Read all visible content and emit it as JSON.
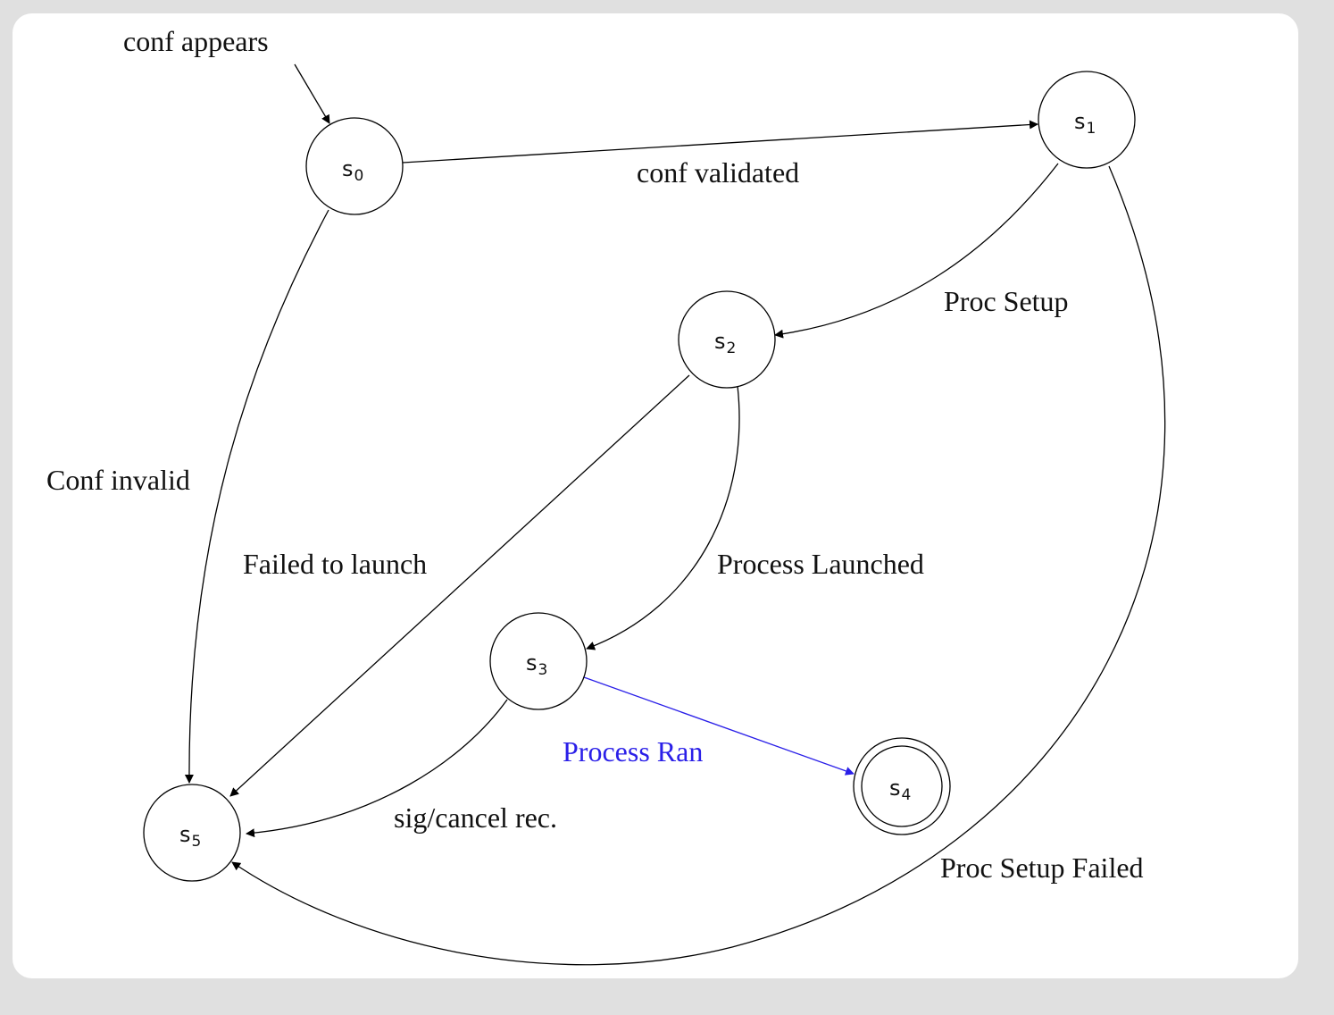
{
  "states": [
    {
      "id": "s0",
      "name": "s",
      "sub": "0"
    },
    {
      "id": "s1",
      "name": "s",
      "sub": "1"
    },
    {
      "id": "s2",
      "name": "s",
      "sub": "2"
    },
    {
      "id": "s3",
      "name": "s",
      "sub": "3"
    },
    {
      "id": "s4",
      "name": "s",
      "sub": "4",
      "accepting": true
    },
    {
      "id": "s5",
      "name": "s",
      "sub": "5"
    }
  ],
  "transitions": [
    {
      "id": "start",
      "from": null,
      "to": "s0",
      "label": "conf appears"
    },
    {
      "id": "s0-s1",
      "from": "s0",
      "to": "s1",
      "label": "conf validated"
    },
    {
      "id": "s0-s5",
      "from": "s0",
      "to": "s5",
      "label": "Conf invalid"
    },
    {
      "id": "s1-s2",
      "from": "s1",
      "to": "s2",
      "label": "Proc Setup"
    },
    {
      "id": "s1-s5",
      "from": "s1",
      "to": "s5",
      "label": "Proc Setup Failed"
    },
    {
      "id": "s2-s5",
      "from": "s2",
      "to": "s5",
      "label": "Failed to launch"
    },
    {
      "id": "s2-s3",
      "from": "s2",
      "to": "s3",
      "label": "Process Launched"
    },
    {
      "id": "s3-s4",
      "from": "s3",
      "to": "s4",
      "label": "Process Ran",
      "color": "#2a1fe8"
    },
    {
      "id": "s3-s5",
      "from": "s3",
      "to": "s5",
      "label": "sig/cancel rec."
    }
  ],
  "colors": {
    "default_edge": "#000000",
    "highlight_edge": "#2a1fe8",
    "background": "#e0e0e0",
    "card": "#ffffff"
  }
}
